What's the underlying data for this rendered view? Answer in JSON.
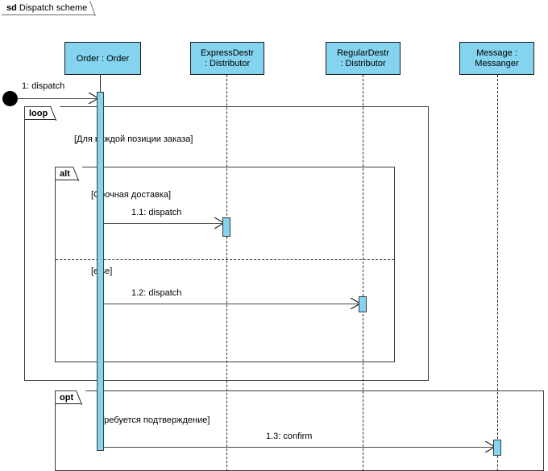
{
  "diagram": {
    "kind_keyword": "sd",
    "title": "Dispatch scheme",
    "colors": {
      "lifeline_fill": "#84d3ef",
      "line": "#3b3b3b",
      "text": "#000000",
      "background": "#ffffff"
    }
  },
  "lifelines": [
    {
      "name": "order",
      "line1": "Order : Order",
      "line2": ""
    },
    {
      "name": "express-distributor",
      "line1": "ExpressDestr",
      "line2": ": Distributor"
    },
    {
      "name": "regular-distributor",
      "line1": "RegularDestr",
      "line2": ": Distributor"
    },
    {
      "name": "messenger",
      "line1": "Message :",
      "line2": "Messanger"
    }
  ],
  "messages": [
    {
      "name": "dispatch-found",
      "label": "1: dispatch",
      "from": "found",
      "to": "order"
    },
    {
      "name": "dispatch-express",
      "label": "1.1: dispatch",
      "from": "order",
      "to": "express-distributor"
    },
    {
      "name": "dispatch-regular",
      "label": "1.2: dispatch",
      "from": "order",
      "to": "regular-distributor"
    },
    {
      "name": "confirm-messenger",
      "label": "1.3: confirm",
      "from": "order",
      "to": "messenger"
    }
  ],
  "fragments": [
    {
      "name": "loop-fragment",
      "operator": "loop",
      "guard": "[Для каждой позиции заказа]"
    },
    {
      "name": "alt-fragment",
      "operator": "alt",
      "guard": "[Срочная доставка]",
      "else_guard": "[else]"
    },
    {
      "name": "opt-fragment",
      "operator": "opt",
      "guard": "[Требуется подтверждение]"
    }
  ]
}
